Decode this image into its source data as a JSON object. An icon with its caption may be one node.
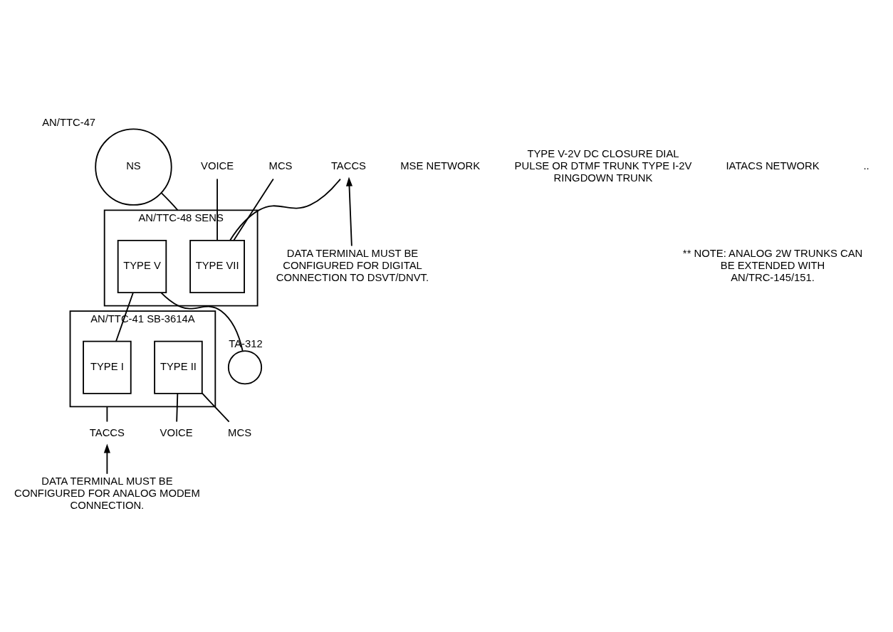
{
  "diagram": {
    "nodes": [
      {
        "text": [
          "NS"
        ],
        "beside": [
          "AN/TTC-47"
        ]
      },
      {
        "text": [
          "AN/TTC-48 SENS"
        ]
      },
      {
        "text": [
          "TYPE VII"
        ],
        "in": 1
      },
      {
        "text": [
          "TYPE V"
        ],
        "in": 1
      },
      {
        "text": [
          "AN/TTC-41 SB-3614A"
        ]
      },
      {
        "text": [
          "TYPE I"
        ],
        "in": 4
      },
      {
        "text": [
          "TYPE II"
        ],
        "in": 4
      },
      {
        "text": [
          "VOICE"
        ]
      },
      {
        "text": [
          "MCS"
        ]
      },
      {
        "text": [
          "TACCS"
        ]
      },
      {
        "text": [
          "VOICE"
        ]
      },
      {
        "text": [
          "MCS"
        ]
      },
      {
        "text": [
          "TACCS"
        ]
      },
      {
        "text": [],
        "shape": "circle",
        "beside": [
          "TA-312"
        ]
      },
      {
        "text": [
          "DATA TERMINAL MUST BE CONFIGURED FOR DIGITAL CONNECTION TO DSVT/DNVT."
        ]
      },
      {
        "text": [
          "DATA TERMINAL MUST BE CONFIGURED FOR ANALOG MODEM CONNECTION."
        ]
      }
    ],
    "edges": [
      {
        "from": 0,
        "to": 1,
        "arrow": "none"
      },
      {
        "from": 7,
        "to": 2,
        "arrow": "none"
      },
      {
        "from": 8,
        "to": 2,
        "arrow": "none"
      },
      {
        "from": 9,
        "to": 2,
        "arrow": "none"
      },
      {
        "from": 3,
        "to": 5,
        "arrow": "none"
      },
      {
        "from": 3,
        "to": 13,
        "arrow": "none"
      },
      {
        "from": 6,
        "to": 10,
        "arrow": "none"
      },
      {
        "from": 6,
        "to": 11,
        "arrow": "none"
      },
      {
        "from": 4,
        "to": 12,
        "arrow": "none"
      },
      {
        "from": 14,
        "to": 9,
        "arrow": "to"
      },
      {
        "from": 15,
        "to": 12,
        "arrow": "to"
      }
    ],
    "labels": [
      "MSE NETWORK",
      "TYPE V-2V DC CLOSURE DIAL PULSE OR DTMF TRUNK TYPE I-2V RINGDOWN TRUNK",
      "IATACS NETWORK",
      "..",
      "** NOTE: ANALOG 2W TRUNKS CAN BE EXTENDED WITH AN/TRC-145/151."
    ]
  }
}
